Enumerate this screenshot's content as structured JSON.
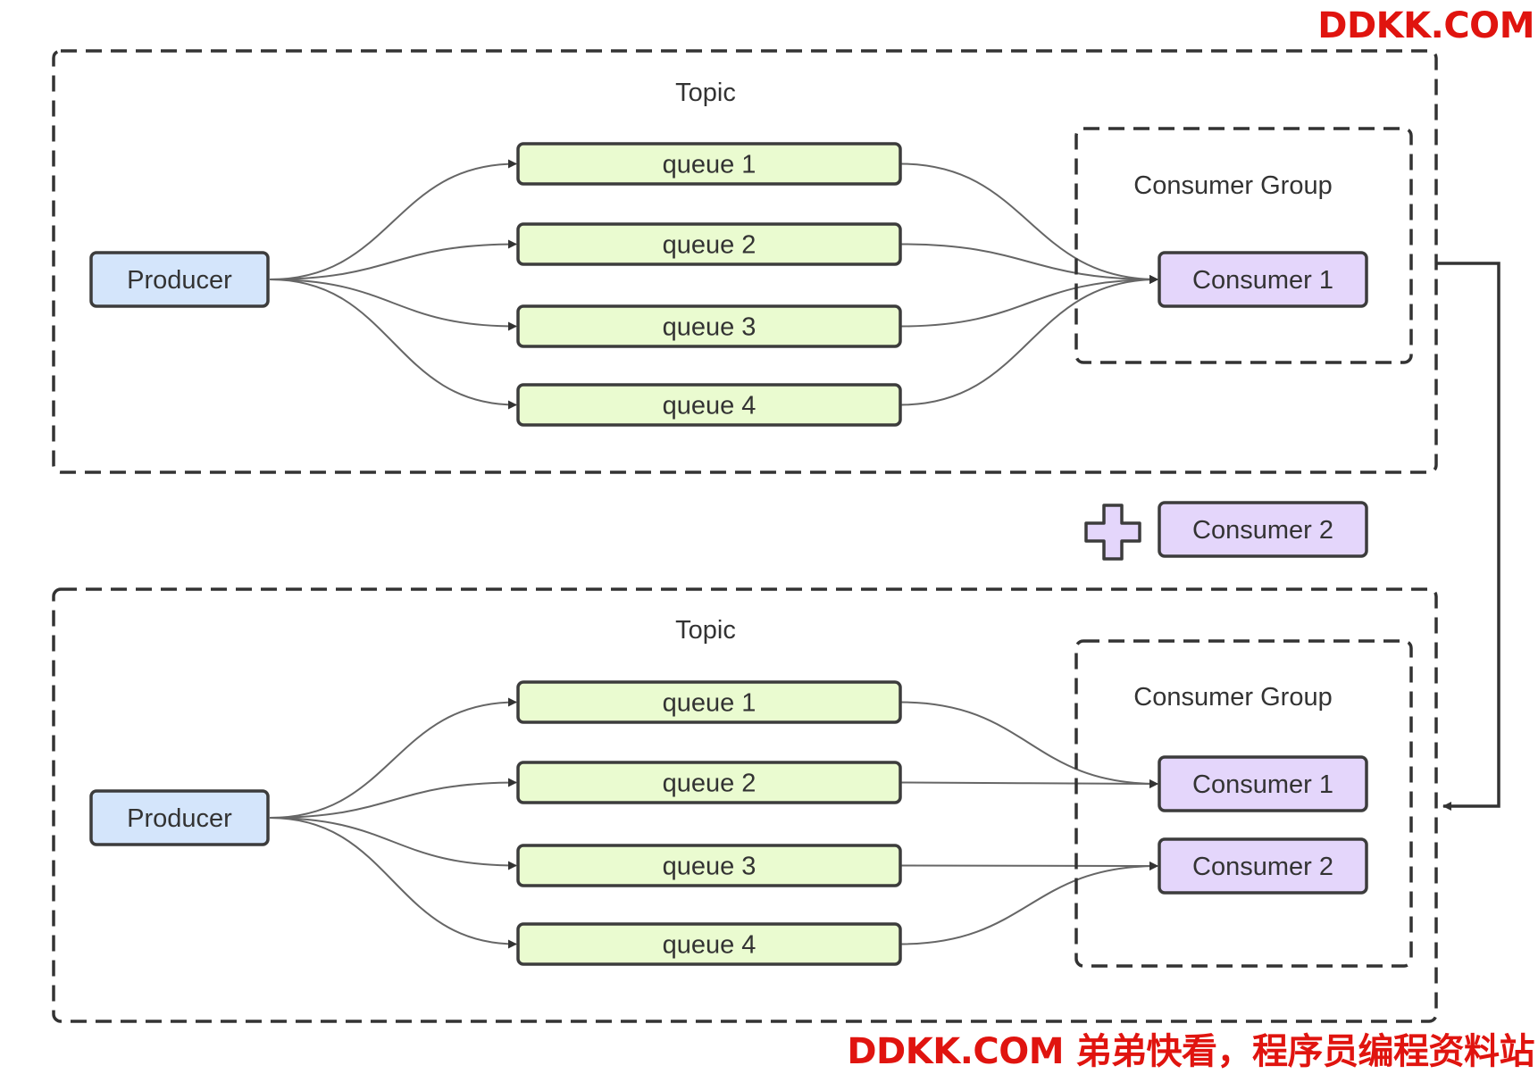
{
  "watermarks": {
    "top": "DDKK.COM",
    "bottom": "DDKK.COM 弟弟快看，程序员编程资料站"
  },
  "colors": {
    "producer_fill": "#d4e5fb",
    "queue_fill": "#eafbd0",
    "consumer_fill": "#e4d6fb",
    "border": "#3c3c3c",
    "edge": "#666666",
    "watermark": "#e0140f"
  },
  "panels": [
    {
      "topic_label": "Topic",
      "group_label": "Consumer Group",
      "producer": "Producer",
      "queues": [
        "queue 1",
        "queue 2",
        "queue 3",
        "queue 4"
      ],
      "consumers": [
        "Consumer 1"
      ],
      "assignment": [
        0,
        0,
        0,
        0
      ]
    },
    {
      "topic_label": "Topic",
      "group_label": "Consumer Group",
      "producer": "Producer",
      "queues": [
        "queue 1",
        "queue 2",
        "queue 3",
        "queue 4"
      ],
      "consumers": [
        "Consumer 1",
        "Consumer 2"
      ],
      "assignment": [
        0,
        0,
        1,
        1
      ]
    }
  ],
  "added_consumer": {
    "icon": "plus-icon",
    "label": "Consumer 2"
  }
}
